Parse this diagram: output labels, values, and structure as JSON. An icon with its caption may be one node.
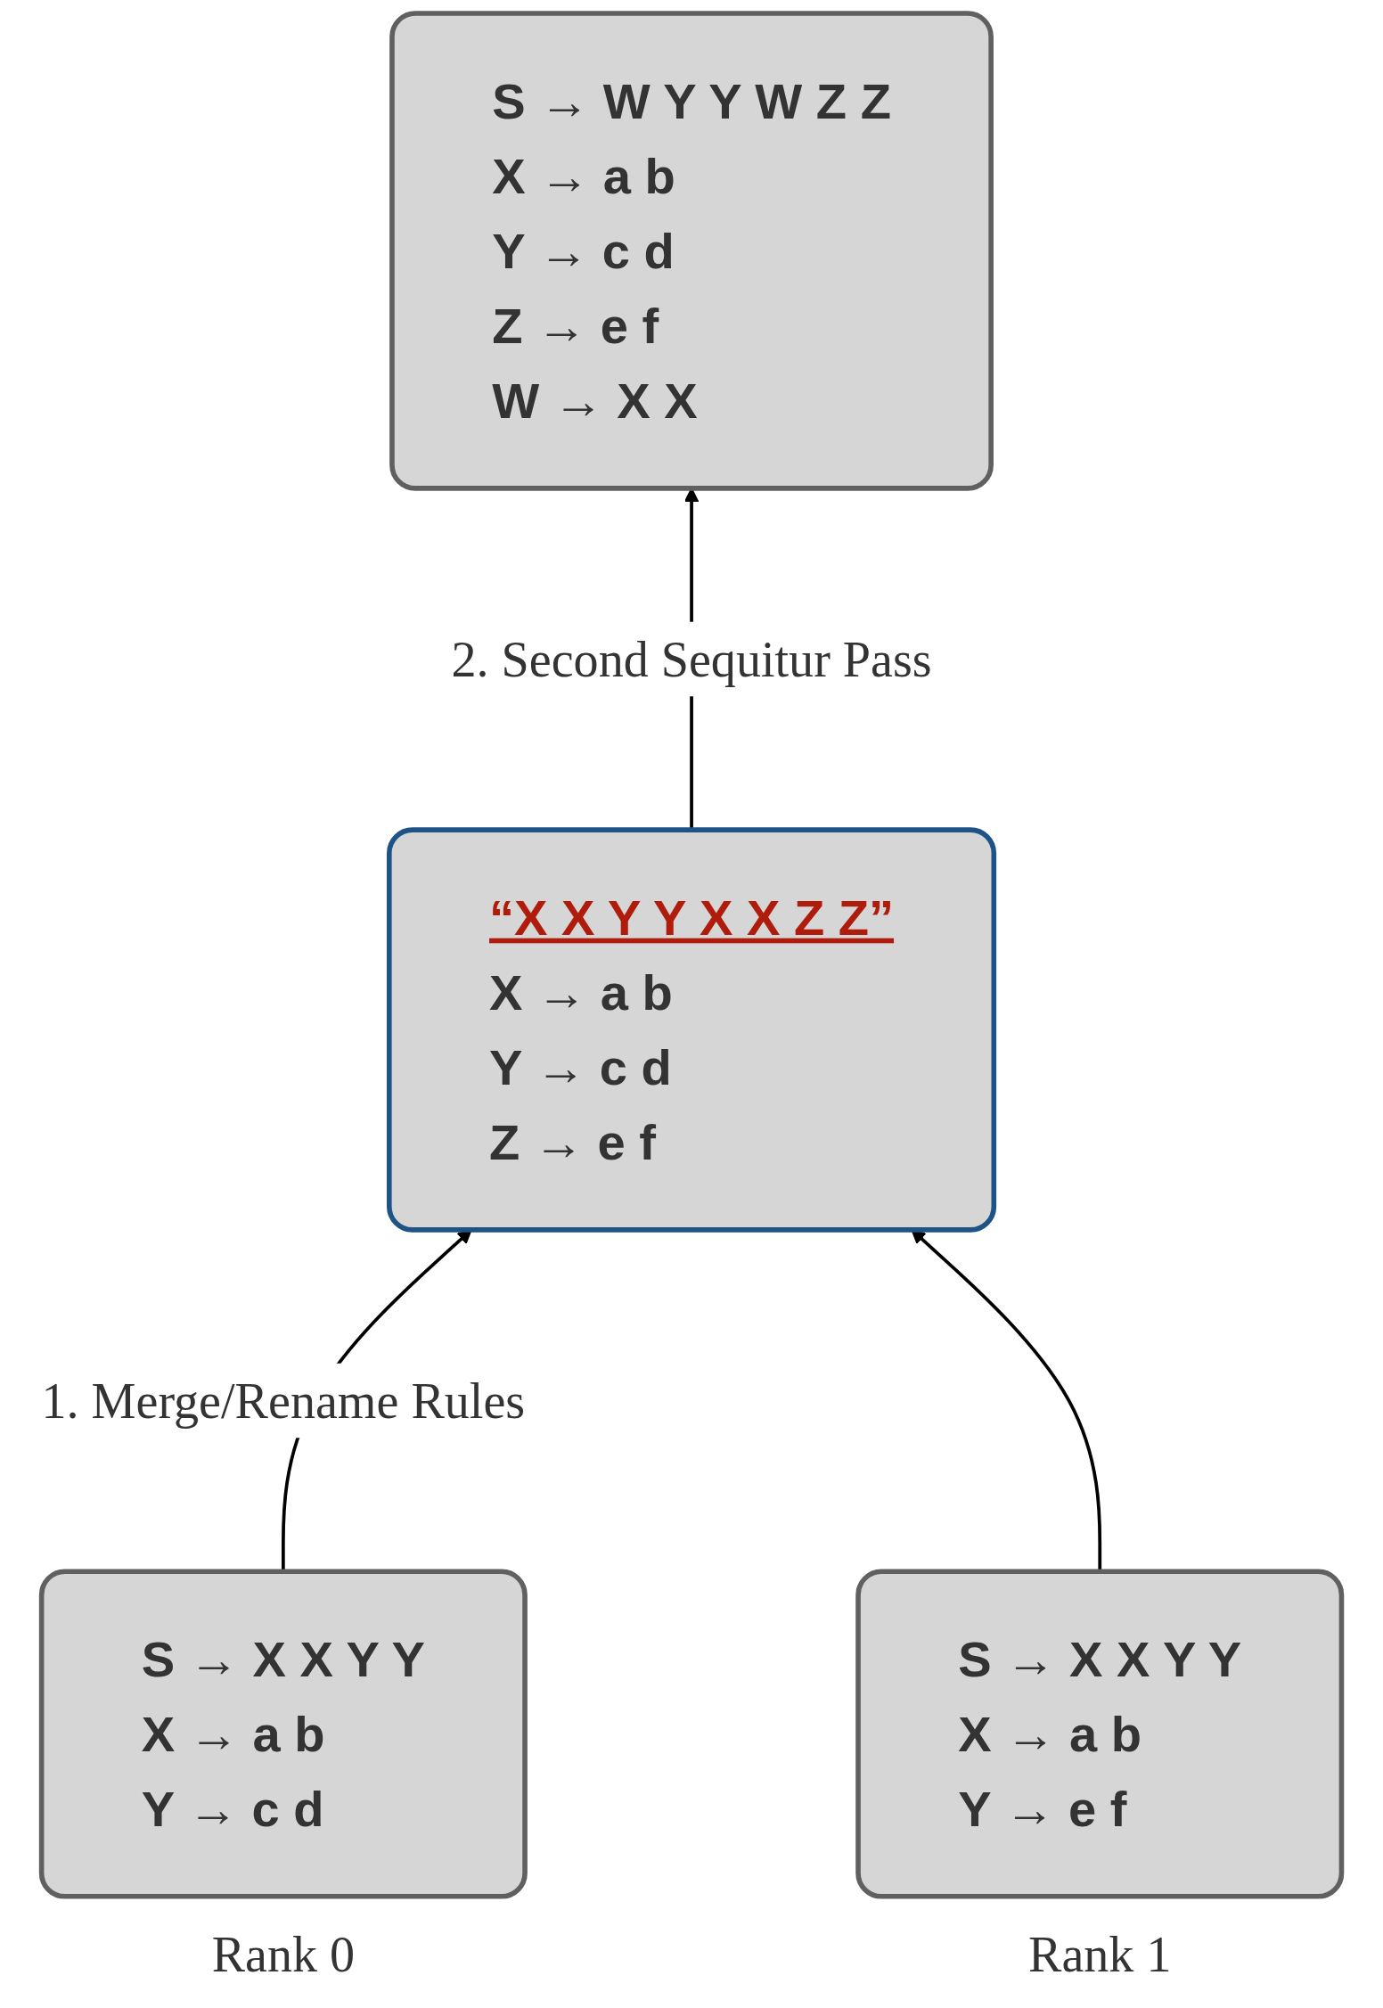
{
  "diagram": {
    "nodes": [
      {
        "text": [
          "S → W Y Y W Z Z",
          "X → a b",
          "Y → c d",
          "Z → e f",
          "W → X X"
        ]
      },
      {
        "text": [
          "“X X Y Y X X Z Z”",
          "X → a b",
          "Y → c d",
          "Z → e f"
        ]
      },
      {
        "text": [
          "S → X X Y Y",
          "X → a b",
          "Y → c d"
        ],
        "beside": [
          "Rank 0"
        ]
      },
      {
        "text": [
          "S → X X Y Y",
          "X → a b",
          "Y → e f"
        ],
        "beside": [
          "Rank 1"
        ]
      }
    ],
    "edges": [
      {
        "from": 1,
        "to": 0,
        "arrow": "to",
        "label": "2. Second Sequitur Pass"
      },
      {
        "from": 2,
        "to": 1,
        "arrow": "to",
        "label": "1. Merge/Rename Rules"
      },
      {
        "from": 3,
        "to": 1,
        "arrow": "to"
      }
    ]
  }
}
